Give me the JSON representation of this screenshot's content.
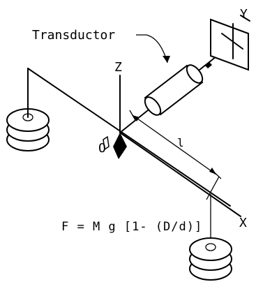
{
  "labels": {
    "transductor": "Transductor",
    "axis_z": "Z",
    "axis_y": "Y",
    "axis_x": "X",
    "origin": "O",
    "length": "l"
  },
  "formula": "F = M g [1- (D/d)]",
  "icons": [
    "weight-stack-icon",
    "transducer-icon",
    "mirror-target-icon",
    "knife-edge-icon"
  ]
}
